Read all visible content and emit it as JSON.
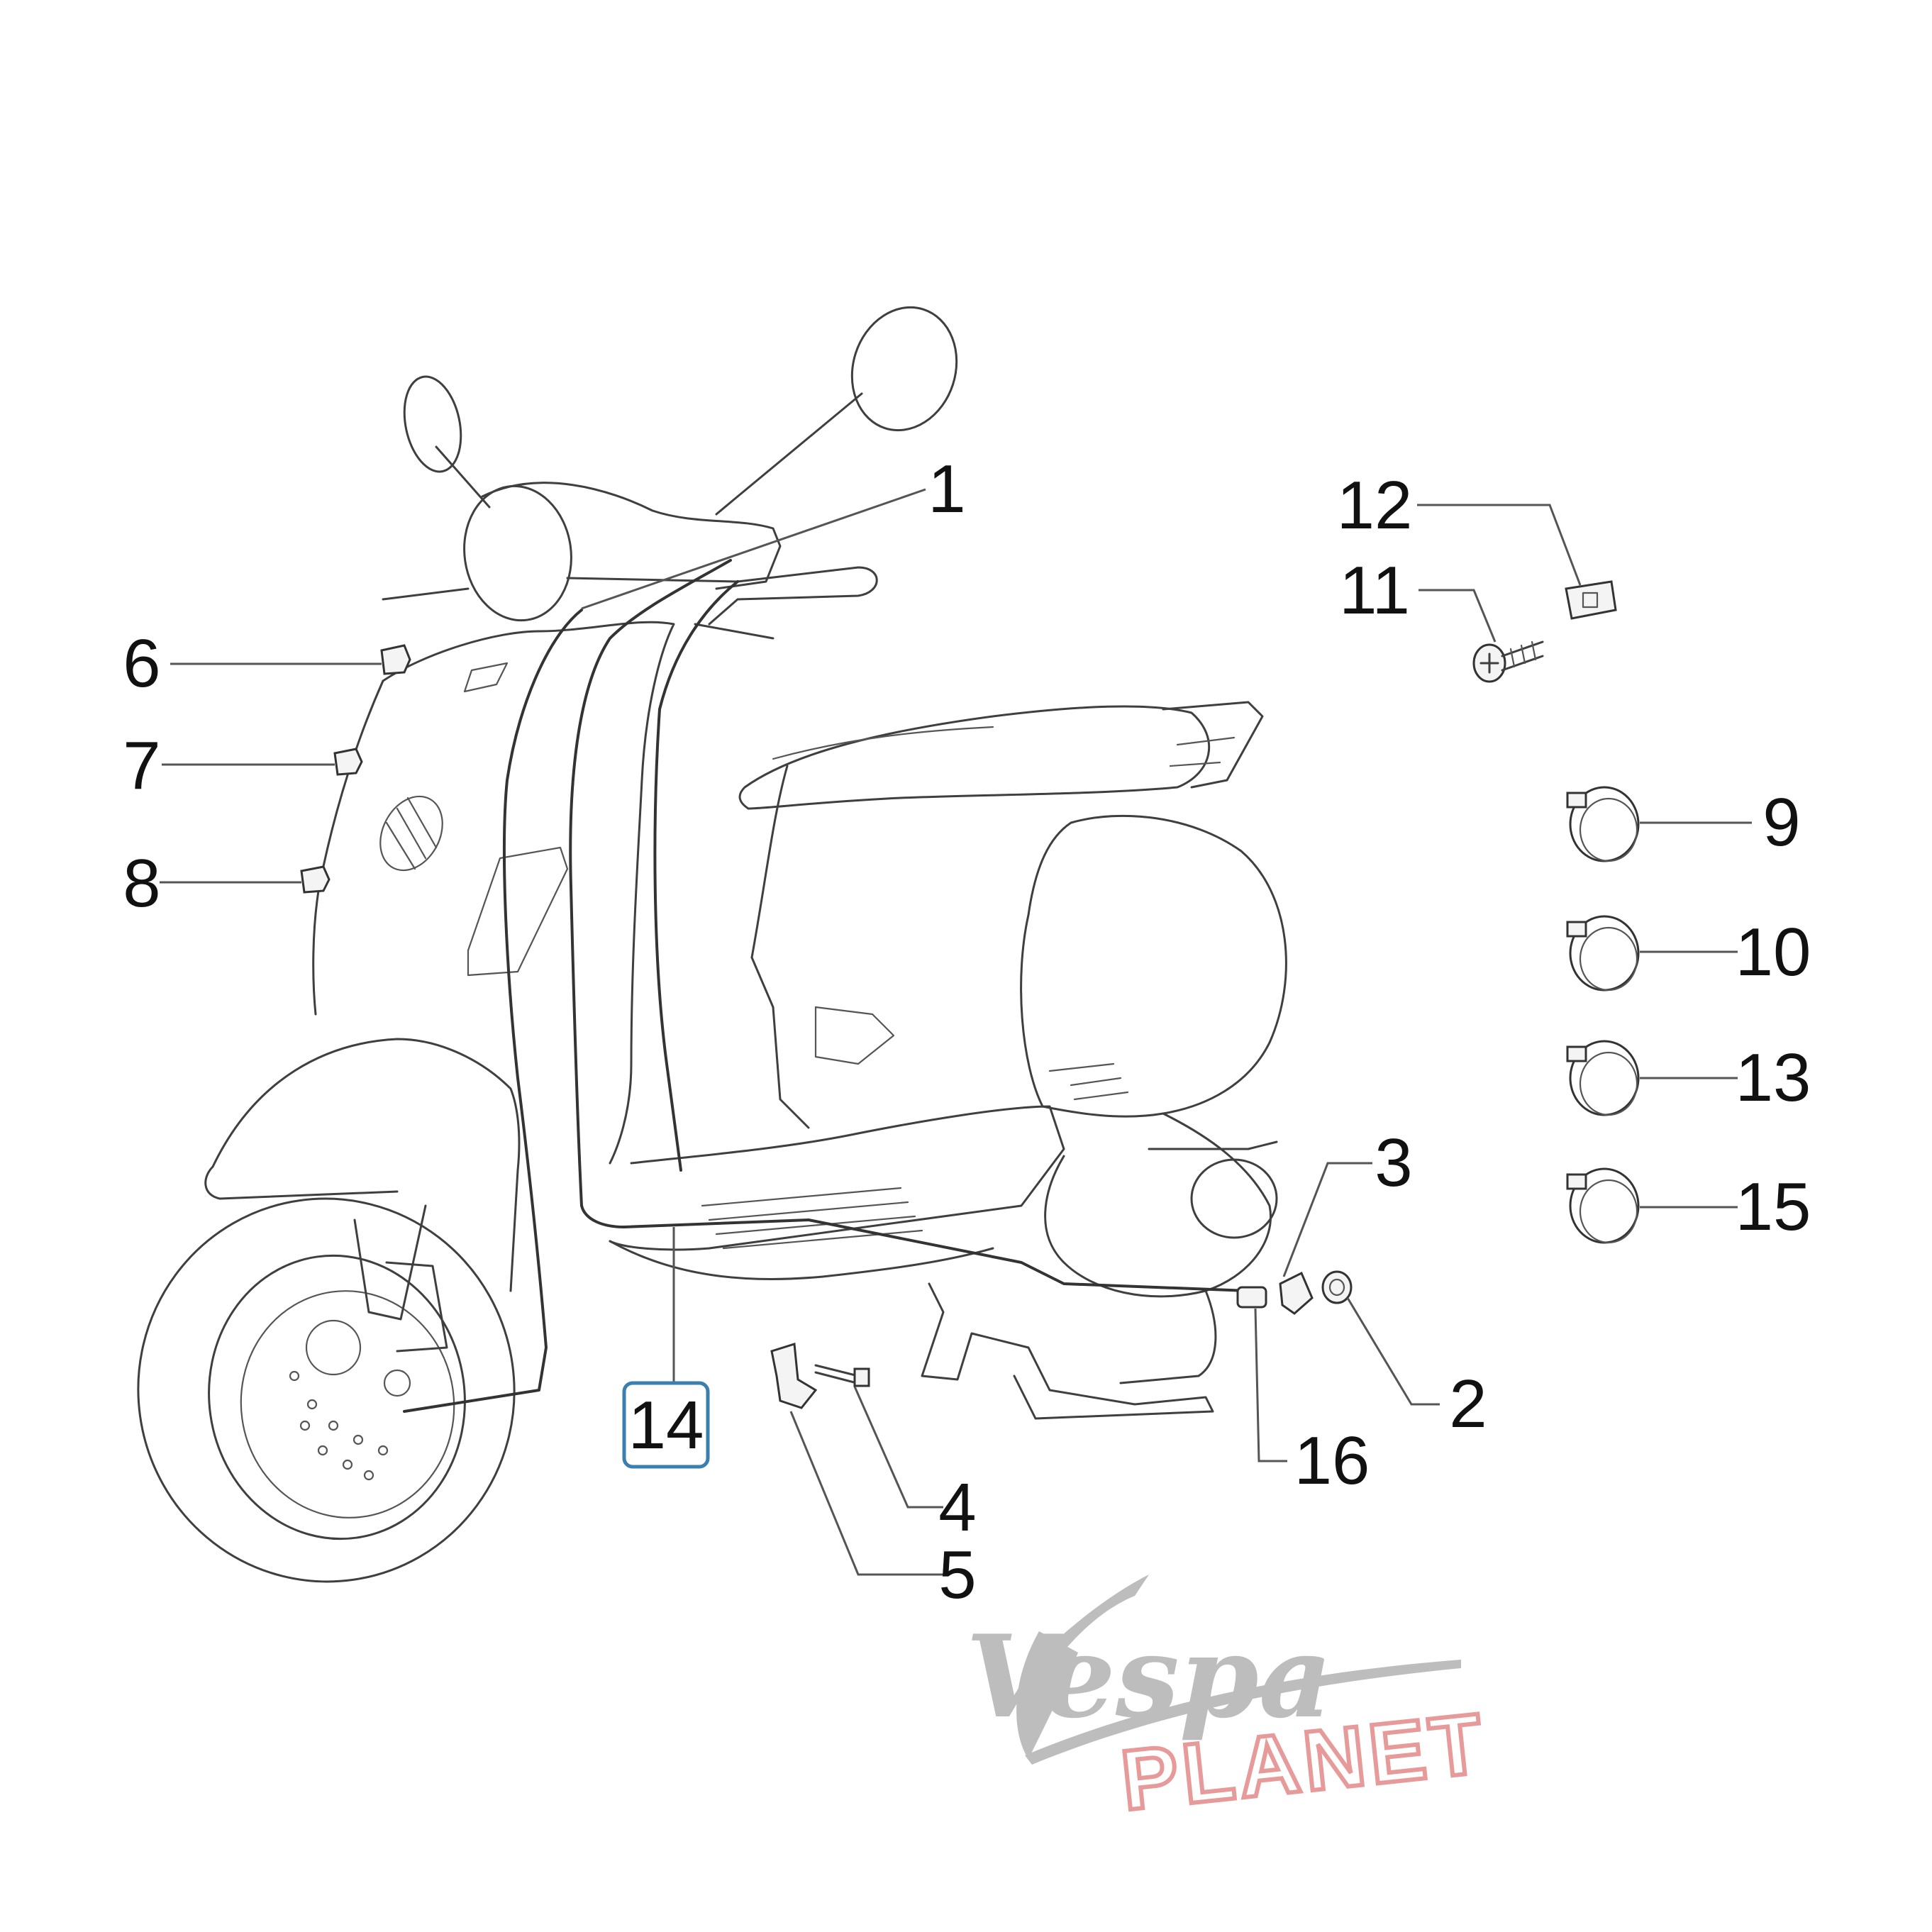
{
  "callouts": {
    "c1": "1",
    "c2": "2",
    "c3": "3",
    "c4": "4",
    "c5": "5",
    "c6": "6",
    "c7": "7",
    "c8": "8",
    "c9": "9",
    "c10": "10",
    "c11": "11",
    "c12": "12",
    "c13": "13",
    "c14": "14",
    "c15": "15",
    "c16": "16"
  },
  "highlighted_callout": "14",
  "logo": {
    "brand": "Vespa",
    "sub": "PLANET"
  },
  "colors": {
    "line": "#3f3f3f",
    "highlight_box": "#3b7fb0",
    "logo_grey": "#bdbdbd",
    "logo_red": "#e79a9a"
  }
}
